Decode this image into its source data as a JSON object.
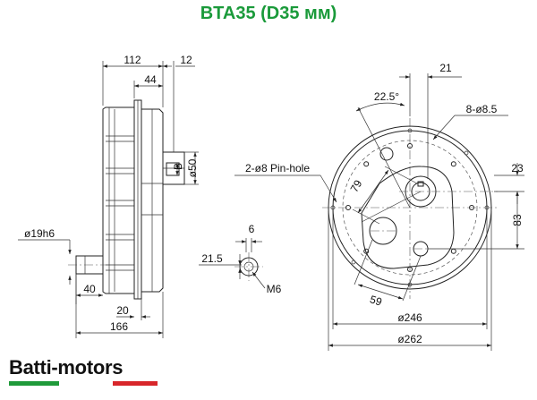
{
  "title": "BTA35 (D35 мм)",
  "colors": {
    "title": "#1a9a3a",
    "line": "#222222",
    "logo_green": "#1f9a3a",
    "logo_red": "#d8262a"
  },
  "side_view": {
    "dims": {
      "d112": "112",
      "d12": "12",
      "d44": "44",
      "d50": "ø50",
      "dB": "B",
      "d19": "ø19h6",
      "d40": "40",
      "d20": "20",
      "d166": "166"
    }
  },
  "detail_view": {
    "dims": {
      "d6": "6",
      "d21_5": "21.5",
      "dM6": "M6"
    }
  },
  "front_view": {
    "dims": {
      "d21": "21",
      "d22_5": "22.5°",
      "d8_5": "8-ø8.5",
      "pin_hole": "2-ø8 Pin-hole",
      "d79": "79",
      "d23": "23",
      "d83": "83",
      "d59": "59",
      "d246": "ø246",
      "d262": "ø262"
    }
  },
  "logo": {
    "text": "Batti-motors"
  }
}
